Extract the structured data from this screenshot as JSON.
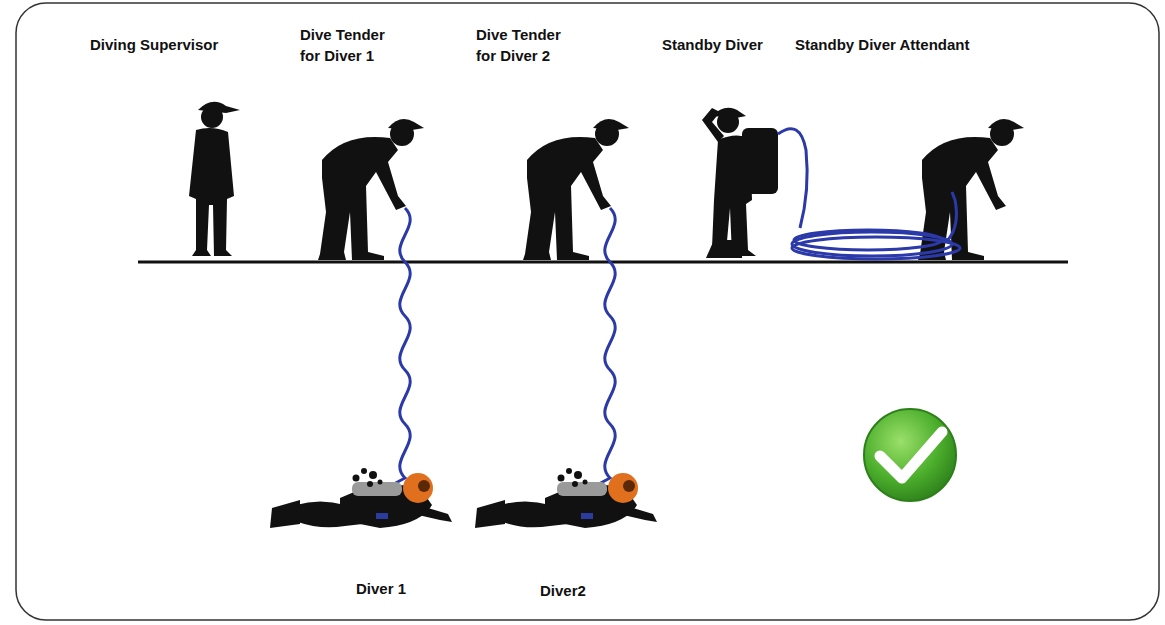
{
  "diagram": {
    "labels": [
      "Diving Supervisor",
      "Dive Tender for Diver 1",
      "Dive Tender for Diver 2",
      "Standby Diver",
      "Standby Diver Attendant",
      "Diver 1",
      "Diver2"
    ]
  }
}
